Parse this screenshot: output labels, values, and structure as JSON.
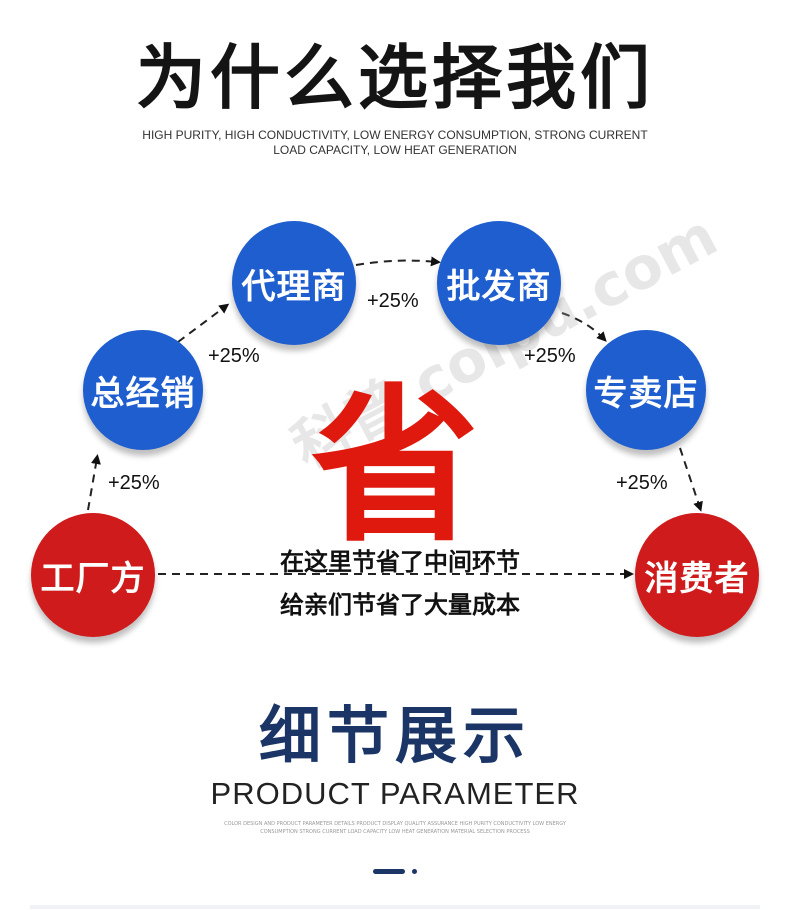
{
  "header": {
    "title": "为什么选择我们",
    "subtitle_line1": "HIGH PURITY, HIGH CONDUCTIVITY, LOW ENERGY CONSUMPTION, STRONG CURRENT",
    "subtitle_line2": "LOAD CAPACITY, LOW HEAT GENERATION"
  },
  "flow": {
    "nodes": {
      "factory": "工厂方",
      "general_agent": "总经销",
      "agent": "代理商",
      "wholesaler": "批发商",
      "store": "专卖店",
      "consumer": "消费者"
    },
    "markups": [
      "+25%",
      "+25%",
      "+25%",
      "+25%",
      "+25%"
    ],
    "center_char": "省",
    "save_line1": "在这里节省了中间环节",
    "save_line2": "给亲们节省了大量成本",
    "colors": {
      "blue": "#1f5ecf",
      "red": "#cf1b1b",
      "accent": "#e0190e"
    }
  },
  "watermark": "科普 colpu.com",
  "detail": {
    "title": "细节展示",
    "subtitle": "PRODUCT PARAMETER",
    "fine_text": "COLOR DESIGN AND PRODUCT PARAMETER DETAILS PRODUCT DISPLAY QUALITY ASSURANCE HIGH PURITY CONDUCTIVITY LOW ENERGY CONSUMPTION STRONG CURRENT LOAD CAPACITY LOW HEAT GENERATION MATERIAL SELECTION PROCESS",
    "color": "#1b3566"
  }
}
